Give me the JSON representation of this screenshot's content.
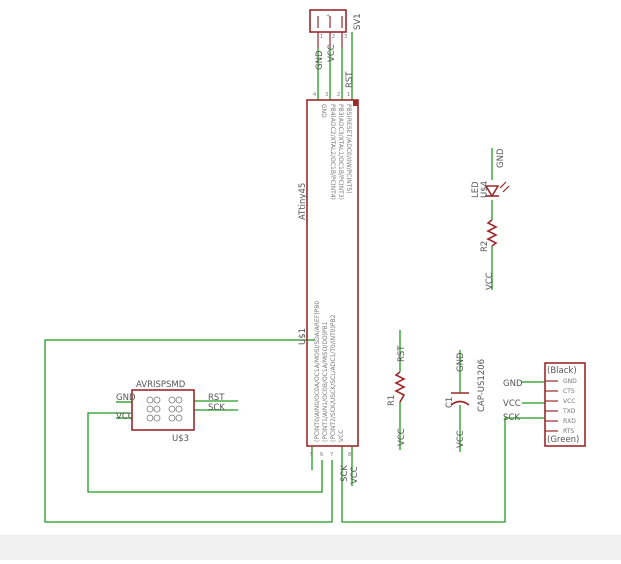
{
  "colors": {
    "wire": "#1f9a1f",
    "part": "#9b2a2a",
    "text": "#555555",
    "background": "#ffffff"
  },
  "sv1": {
    "name": "SV1",
    "pin_numbers": [
      "1",
      "2",
      "3"
    ],
    "plus": "+"
  },
  "attiny": {
    "name": "ATtiny45",
    "ref": "U$1",
    "top_pins": [
      "GND",
      "VCC",
      "RST"
    ],
    "top_pin_numbers": [
      "4",
      "3",
      "2",
      "1"
    ],
    "bottom_pins": [
      "SCK",
      "VCC"
    ],
    "bottom_pin_numbers": [
      "5",
      "6",
      "7",
      "8"
    ],
    "inner_top": [
      "GND",
      "PB4(ADC2/XTAL2/OC1B/PCINT4)",
      "PB3(ADC3/XTAL1/OC1B/PCINT3)",
      "PB5(RESET/ADC0/dW/PCINT5)"
    ],
    "inner_bottom": [
      "(PCINT0/AIN0/OC0A/OC1A/MOSI/SDA/AREF)PB0",
      "(PCINT1/AIN1/OC0B/OC1A/MISO/DO)PB1",
      "(PCINT2/SCK/USCK/SCL/ADC1/T0/INT0)PB2",
      "VCC"
    ]
  },
  "led": {
    "name": "LED",
    "ref": "U$4",
    "gnd": "GND"
  },
  "r2": {
    "name": "R2",
    "vcc": "VCC"
  },
  "r1": {
    "name": "R1",
    "top": "RST",
    "bottom": "VCC"
  },
  "c1": {
    "name": "C1",
    "value": "CAP-US1206",
    "top": "GND",
    "bottom": "VCC"
  },
  "avr": {
    "name": "AVRISPSMD",
    "ref": "U$3",
    "left": [
      "GND",
      "VCC"
    ],
    "right": [
      "RST",
      "SCK"
    ]
  },
  "ftdi": {
    "top": "(Black)",
    "bottom": "(Green)",
    "pins": [
      "GND",
      "CTS",
      "VCC",
      "TXD",
      "RXD",
      "RTS"
    ],
    "nets": [
      "GND",
      "VCC",
      "SCK"
    ]
  }
}
